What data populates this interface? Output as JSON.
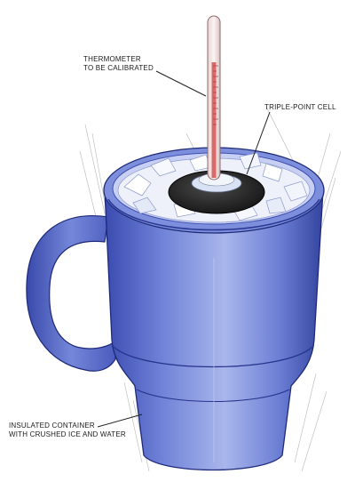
{
  "diagram": {
    "labels": {
      "thermometer": [
        "THERMOMETER",
        "TO BE CALIBRATED"
      ],
      "triple_point_cell": [
        "TRIPLE-POINT CELL"
      ],
      "container": [
        "INSULATED CONTAINER",
        "WITH CRUSHED ICE AND WATER"
      ]
    },
    "colors": {
      "container_blue": "#5a6fc9",
      "container_dark": "#2f3f9e",
      "container_light": "#b9c4ee",
      "ice": "#e9edf8",
      "cell_black": "#1c1c1c",
      "thermometer_fill": "#d96a6a",
      "thermometer_glass": "#f3e6e6",
      "line": "#222222"
    }
  }
}
